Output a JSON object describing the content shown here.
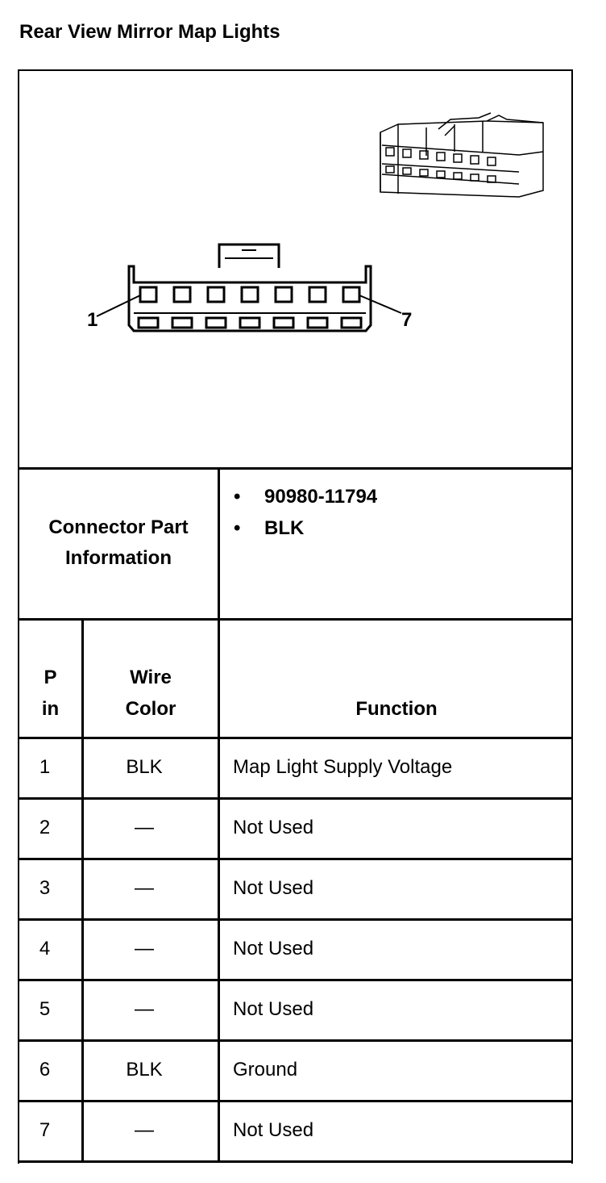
{
  "title": "Rear View Mirror Map Lights",
  "diagram": {
    "pin_label_left": "1",
    "pin_label_right": "7",
    "icon": "connector-face-icon"
  },
  "connector_info": {
    "label_line1": "Connector Part",
    "label_line2": "Information",
    "items": [
      "90980-11794",
      "BLK"
    ]
  },
  "table": {
    "headers": {
      "pin_line1": "P",
      "pin_line2": "in",
      "wire_line1": "Wire",
      "wire_line2": "Color",
      "function": "Function"
    },
    "rows": [
      {
        "pin": "1",
        "wire": "BLK",
        "function": "Map Light Supply Voltage"
      },
      {
        "pin": "2",
        "wire": "—",
        "function": "Not Used"
      },
      {
        "pin": "3",
        "wire": "—",
        "function": "Not Used"
      },
      {
        "pin": "4",
        "wire": "—",
        "function": "Not Used"
      },
      {
        "pin": "5",
        "wire": "—",
        "function": "Not Used"
      },
      {
        "pin": "6",
        "wire": "BLK",
        "function": "Ground"
      },
      {
        "pin": "7",
        "wire": "—",
        "function": "Not Used"
      }
    ]
  }
}
